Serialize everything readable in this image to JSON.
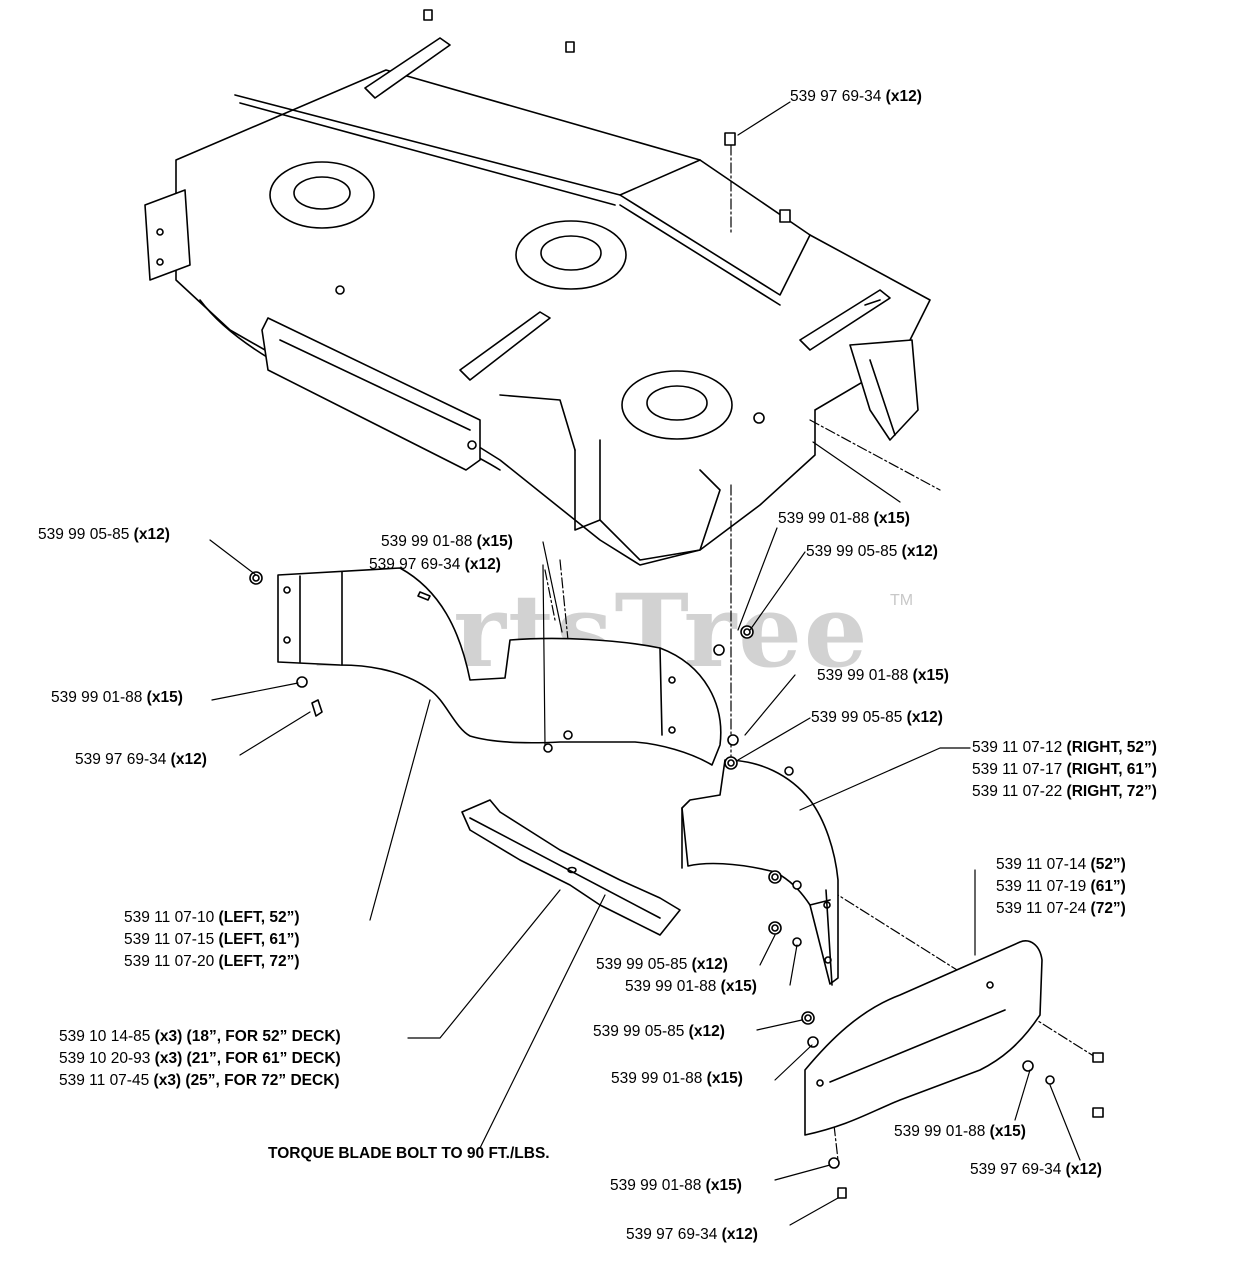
{
  "watermark": {
    "text": "PartsTree",
    "tm": "TM"
  },
  "note": "TORQUE BLADE BOLT TO 90 FT./LBS.",
  "labels": [
    {
      "num": "539 97 69-34",
      "qty": "(x12)"
    },
    {
      "num": "539 99 01-88",
      "qty": "(x15)"
    },
    {
      "num": "539 99 05-85",
      "qty": "(x12)"
    },
    {
      "num": "539 99 01-88",
      "qty": "(x15)"
    },
    {
      "num": "539 97 69-34",
      "qty": "(x12)"
    },
    {
      "num": "539 99 05-85",
      "qty": "(x12)"
    },
    {
      "num": "539 99 01-88",
      "qty": "(x15)"
    },
    {
      "num": "539 97 69-34",
      "qty": "(x12)"
    },
    {
      "num": "539 99 01-88",
      "qty": "(x15)"
    },
    {
      "num": "539 99 05-85",
      "qty": "(x12)"
    },
    {
      "num": "539 11 07-12",
      "qty": "(RIGHT, 52”)"
    },
    {
      "num": "539 11 07-17",
      "qty": "(RIGHT, 61”)"
    },
    {
      "num": "539 11 07-22",
      "qty": "(RIGHT, 72”)"
    },
    {
      "num": "539 11 07-14",
      "qty": "(52”)"
    },
    {
      "num": "539 11 07-19",
      "qty": "(61”)"
    },
    {
      "num": "539 11 07-24",
      "qty": "(72”)"
    },
    {
      "num": "539 11 07-10",
      "qty": "(LEFT, 52”)"
    },
    {
      "num": "539 11 07-15",
      "qty": "(LEFT, 61”)"
    },
    {
      "num": "539 11 07-20",
      "qty": "(LEFT, 72”)"
    },
    {
      "num": "539 99 05-85",
      "qty": "(x12)"
    },
    {
      "num": "539 99 01-88",
      "qty": "(x15)"
    },
    {
      "num": "539 10 14-85",
      "qty": "(x3) (18”, FOR 52” DECK)"
    },
    {
      "num": "539 10 20-93",
      "qty": "(x3) (21”, FOR 61” DECK)"
    },
    {
      "num": "539 11 07-45",
      "qty": "(x3) (25”, FOR 72” DECK)"
    },
    {
      "num": "539 99 05-85",
      "qty": "(x12)"
    },
    {
      "num": "539 99 01-88",
      "qty": "(x15)"
    },
    {
      "num": "539 99 01-88",
      "qty": "(x15)"
    },
    {
      "num": "539 97 69-34",
      "qty": "(x12)"
    },
    {
      "num": "539 99 01-88",
      "qty": "(x15)"
    },
    {
      "num": "539 97 69-34",
      "qty": "(x12)"
    }
  ]
}
